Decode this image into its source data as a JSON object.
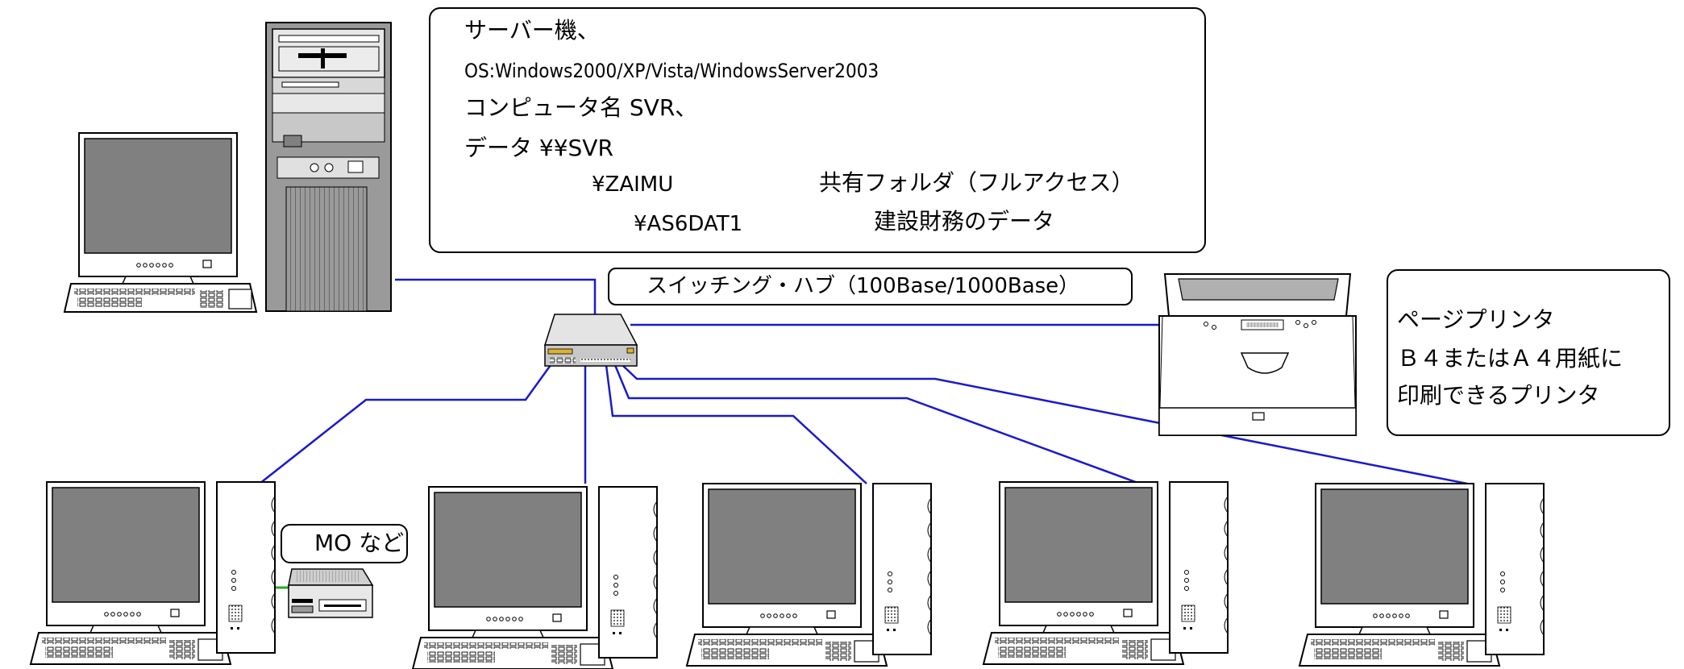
{
  "server_box": {
    "line1": "サーバー機、",
    "line2": "OS:Windows2000/XP/Vista/WindowsServer2003",
    "line3": "コンピュータ名 SVR、",
    "line4": "データ ¥¥SVR",
    "line5_path": "¥ZAIMU",
    "line5_note": "共有フォルダ（フルアクセス）",
    "line6_path": "¥AS6DAT1",
    "line6_note": "建設財務のデータ"
  },
  "hub_label": "スイッチング・ハブ（100Base/1000Base）",
  "printer_box": {
    "line1": "ページプリンタ",
    "line2": "Ｂ４またはＡ４用紙に",
    "line3": "印刷できるプリンタ"
  },
  "mo_label": "MO など",
  "colors": {
    "network_line": "#1a1acc",
    "mo_link": "#22aa22",
    "screen": "#808080",
    "tower_dark": "#8c8c8c",
    "tower_light": "#ececec"
  }
}
